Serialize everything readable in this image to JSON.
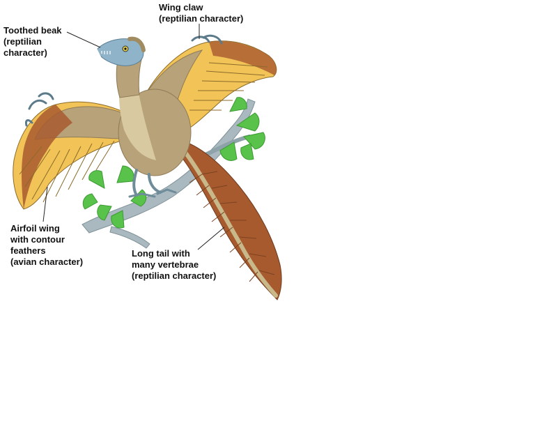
{
  "labels": {
    "toothed_beak": [
      "Toothed beak",
      "(reptilian",
      "character)"
    ],
    "wing_claw": [
      "Wing claw",
      "(reptilian character)"
    ],
    "airfoil_wing": [
      "Airfoil wing",
      "with contour",
      "feathers",
      "(avian character)"
    ],
    "long_tail": [
      "Long tail with",
      "many vertebrae",
      "(reptilian character)"
    ]
  },
  "colors": {
    "background": "#ffffff",
    "label_text": "#111111",
    "leader_line": "#222222",
    "body_tan": "#b8a27a",
    "body_dark": "#8e7a56",
    "feather_yellow": "#f2c457",
    "feather_light": "#f7dc8a",
    "feather_rust": "#a85a2f",
    "head_blue": "#8fb3c9",
    "branch_gray": "#a9b9bf",
    "ginkgo_green": "#58c24a"
  },
  "icons": {
    "subject": "archaeopteryx-illustration",
    "foliage": "ginkgo-leaf"
  }
}
